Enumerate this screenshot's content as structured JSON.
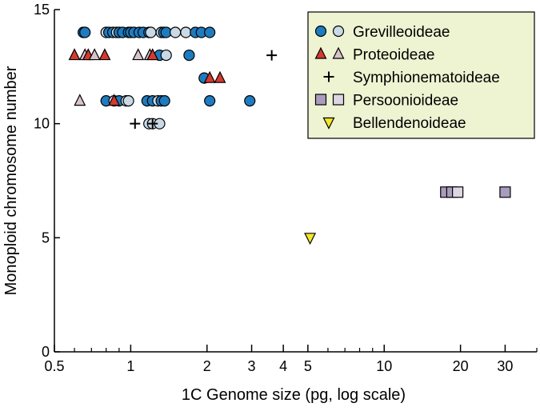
{
  "chart_data": {
    "type": "scatter",
    "title": "",
    "xlabel": "1C Genome size (pg, log scale)",
    "ylabel": "Monoploid chromosome number",
    "x_scale": "log",
    "xlim": [
      0.5,
      40
    ],
    "ylim": [
      0,
      15
    ],
    "grid": false,
    "legend_position": "top-right",
    "x_ticks": [
      {
        "value": 0.5,
        "label": "0.5"
      },
      {
        "value": 1,
        "label": "1"
      },
      {
        "value": 2,
        "label": "2"
      },
      {
        "value": 3,
        "label": "3"
      },
      {
        "value": 4,
        "label": "4"
      },
      {
        "value": 5,
        "label": "5"
      },
      {
        "value": 10,
        "label": "10"
      },
      {
        "value": 20,
        "label": "20"
      },
      {
        "value": 30,
        "label": "30"
      }
    ],
    "x_minor_ticks": [
      0.6,
      0.7,
      0.8,
      0.9,
      6,
      7,
      8,
      9,
      40
    ],
    "y_ticks": [
      {
        "value": 0,
        "label": "0"
      },
      {
        "value": 5,
        "label": "5"
      },
      {
        "value": 10,
        "label": "10"
      },
      {
        "value": 15,
        "label": "15"
      }
    ],
    "colors": {
      "grevilleoideae_a": "#1f7bbf",
      "grevilleoideae_b": "#c9d9e6",
      "proteoideae_a": "#d63a2e",
      "proteoideae_b": "#d8c3c8",
      "symphionematoideae": "#000000",
      "persoonioideae_a": "#a99cbd",
      "persoonioideae_b": "#dcd6e4",
      "bellendenoideae": "#f4e62a",
      "legend_bg": "#eef3d2"
    },
    "series": [
      {
        "name": "Grevilleoideae",
        "marker": "circle",
        "points": [
          [
            0.65,
            14,
            "a"
          ],
          [
            0.66,
            14,
            "a"
          ],
          [
            0.8,
            14,
            "b"
          ],
          [
            0.82,
            14,
            "a"
          ],
          [
            0.85,
            14,
            "a"
          ],
          [
            0.88,
            14,
            "b"
          ],
          [
            0.9,
            14,
            "a"
          ],
          [
            0.93,
            14,
            "a"
          ],
          [
            0.98,
            14,
            "a"
          ],
          [
            1.0,
            14,
            "a"
          ],
          [
            1.03,
            14,
            "a"
          ],
          [
            1.08,
            14,
            "a"
          ],
          [
            1.12,
            14,
            "a"
          ],
          [
            1.18,
            14,
            "a"
          ],
          [
            1.2,
            14,
            "b"
          ],
          [
            1.32,
            14,
            "b"
          ],
          [
            1.35,
            14,
            "a"
          ],
          [
            1.38,
            14,
            "a"
          ],
          [
            1.5,
            14,
            "b"
          ],
          [
            1.65,
            14,
            "b"
          ],
          [
            1.8,
            14,
            "a"
          ],
          [
            1.9,
            14,
            "a"
          ],
          [
            2.05,
            14,
            "a"
          ],
          [
            1.3,
            13,
            "a"
          ],
          [
            1.38,
            13,
            "b"
          ],
          [
            1.7,
            13,
            "a"
          ],
          [
            1.95,
            12,
            "a"
          ],
          [
            0.8,
            11,
            "a"
          ],
          [
            0.86,
            11,
            "b"
          ],
          [
            0.9,
            11,
            "a"
          ],
          [
            0.96,
            11,
            "b"
          ],
          [
            0.98,
            11,
            "b"
          ],
          [
            1.16,
            11,
            "a"
          ],
          [
            1.22,
            11,
            "a"
          ],
          [
            1.28,
            11,
            "b"
          ],
          [
            1.32,
            11,
            "a"
          ],
          [
            1.36,
            11,
            "a"
          ],
          [
            2.05,
            11,
            "a"
          ],
          [
            2.95,
            11,
            "a"
          ],
          [
            1.18,
            10,
            "b"
          ],
          [
            1.22,
            10,
            "b"
          ],
          [
            1.3,
            10,
            "b"
          ]
        ]
      },
      {
        "name": "Proteoideae",
        "marker": "triangle-up",
        "points": [
          [
            0.6,
            13,
            "a"
          ],
          [
            0.66,
            13,
            "b"
          ],
          [
            0.68,
            13,
            "a"
          ],
          [
            0.72,
            13,
            "b"
          ],
          [
            0.79,
            13,
            "a"
          ],
          [
            1.07,
            13,
            "b"
          ],
          [
            1.19,
            13,
            "b"
          ],
          [
            1.22,
            13,
            "a"
          ],
          [
            0.63,
            11,
            "b"
          ],
          [
            0.86,
            11,
            "a"
          ],
          [
            2.05,
            12,
            "a"
          ],
          [
            2.25,
            12,
            "a"
          ]
        ]
      },
      {
        "name": "Symphionematoideae",
        "marker": "plus",
        "points": [
          [
            3.6,
            13
          ],
          [
            1.04,
            10
          ],
          [
            1.22,
            10
          ]
        ]
      },
      {
        "name": "Persoonioideae",
        "marker": "square",
        "points": [
          [
            17.5,
            7,
            "a"
          ],
          [
            18.5,
            7,
            "a"
          ],
          [
            19.5,
            7,
            "b"
          ],
          [
            30,
            7,
            "a"
          ]
        ]
      },
      {
        "name": "Bellendenoideae",
        "marker": "triangle-down",
        "points": [
          [
            5.1,
            5
          ]
        ]
      }
    ]
  }
}
